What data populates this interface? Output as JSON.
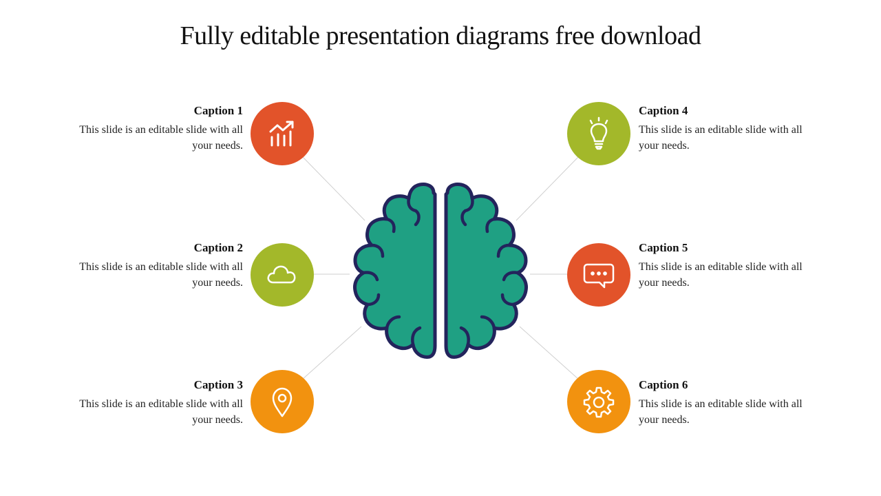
{
  "title": "Fully editable presentation diagrams free download",
  "colors": {
    "orange_red": "#E2532A",
    "green": "#A3B82A",
    "orange": "#F2920F",
    "brain_fill": "#1FA083",
    "brain_outline": "#23245C",
    "connector": "#cfcfcf"
  },
  "captions": [
    {
      "title": "Caption 1",
      "text": "This slide is an editable slide with all your needs.",
      "icon": "growth-chart-icon",
      "color": "#E2532A"
    },
    {
      "title": "Caption 2",
      "text": "This slide is an editable slide with all your needs.",
      "icon": "cloud-icon",
      "color": "#A3B82A"
    },
    {
      "title": "Caption 3",
      "text": "This slide is an editable slide with all your needs.",
      "icon": "location-pin-icon",
      "color": "#F2920F"
    },
    {
      "title": "Caption 4",
      "text": "This slide is an editable slide with all your needs.",
      "icon": "lightbulb-icon",
      "color": "#A3B82A"
    },
    {
      "title": "Caption 5",
      "text": "This slide is an editable slide with all your needs.",
      "icon": "chat-bubble-icon",
      "color": "#E2532A"
    },
    {
      "title": "Caption 6",
      "text": "This slide is an editable slide with all your needs.",
      "icon": "gear-icon",
      "color": "#F2920F"
    }
  ],
  "center_graphic": "brain-icon"
}
